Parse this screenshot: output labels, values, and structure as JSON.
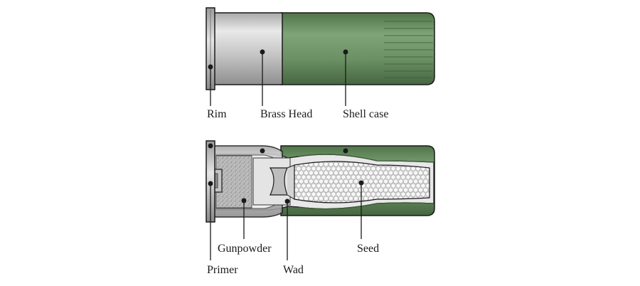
{
  "labels": {
    "rim": "Rim",
    "brass_head": "Brass Head",
    "shell_case": "Shell case",
    "gunpowder": "Gunpowder",
    "seed": "Seed",
    "primer": "Primer",
    "wad": "Wad"
  },
  "colors": {
    "brass_head": "#c9c9c9",
    "shell_case": "#6f9468",
    "shell_case_dark": "#4e6e49",
    "gunpowder": "#b8b8b8",
    "seed_fill": "#f2f2f2",
    "outline": "#1a1a1a"
  }
}
